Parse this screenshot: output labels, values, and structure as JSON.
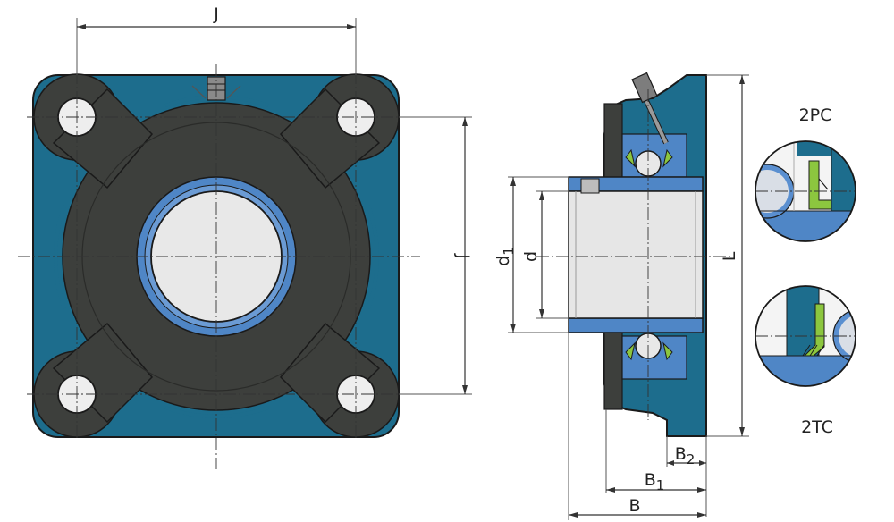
{
  "colors": {
    "housing_blue": "#1d6d8d",
    "insert_dark": "#3d3f3c",
    "ring_blue": "#4f86c6",
    "bore_gray": "#e8e8e8",
    "seal_green": "#8cc63f",
    "line": "#222222"
  },
  "front_view": {
    "dim_top": "J",
    "dim_right": "J"
  },
  "side_view": {
    "dim_d1": "d1",
    "dim_d1_main": "d",
    "dim_d1_sub": "1",
    "dim_d": "d",
    "dim_L": "L",
    "dim_B": "B",
    "dim_B1_main": "B",
    "dim_B1_sub": "1",
    "dim_B2_main": "B",
    "dim_B2_sub": "2"
  },
  "details": {
    "top_label": "2PC",
    "bottom_label": "2TC"
  }
}
